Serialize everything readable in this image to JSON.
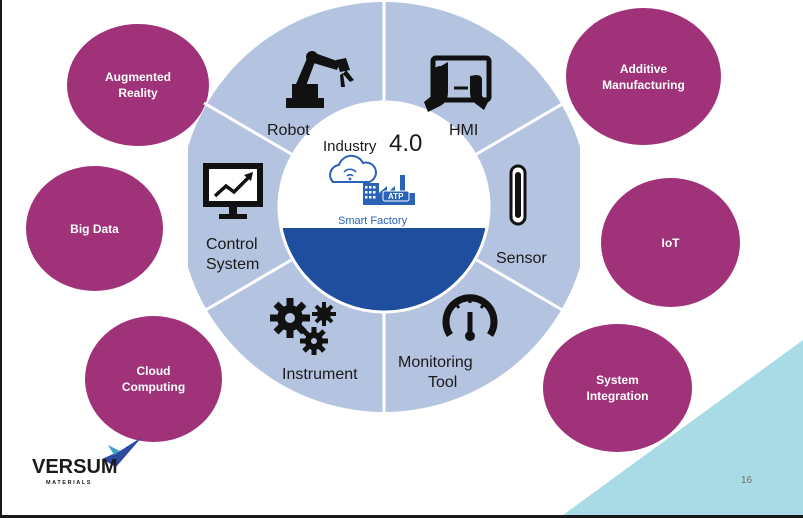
{
  "center": {
    "industry": "Industry",
    "version": "4.0",
    "badge": "ATP",
    "caption": "Smart Factory"
  },
  "segments": {
    "robot": "Robot",
    "hmi": "HMI",
    "control": [
      "Control",
      "System"
    ],
    "sensor": "Sensor",
    "instrument": "Instrument",
    "monitoring": [
      "Monitoring",
      "Tool"
    ]
  },
  "bubbles": {
    "augmented_reality": [
      "Augmented",
      "Reality"
    ],
    "additive_manufacturing": [
      "Additive",
      "Manufacturing"
    ],
    "big_data": [
      "Big Data"
    ],
    "iot": [
      "IoT"
    ],
    "cloud_computing": [
      "Cloud",
      "Computing"
    ],
    "system_integration": [
      "System",
      "Integration"
    ]
  },
  "logo": {
    "word": "VERSUM",
    "sub": "MATERIALS"
  },
  "page_number": "16",
  "colors": {
    "bubble": "#a03279",
    "wheel": "#b4c3e0",
    "center_blue": "#1f4e9e",
    "corner": "#a9dbe6"
  }
}
